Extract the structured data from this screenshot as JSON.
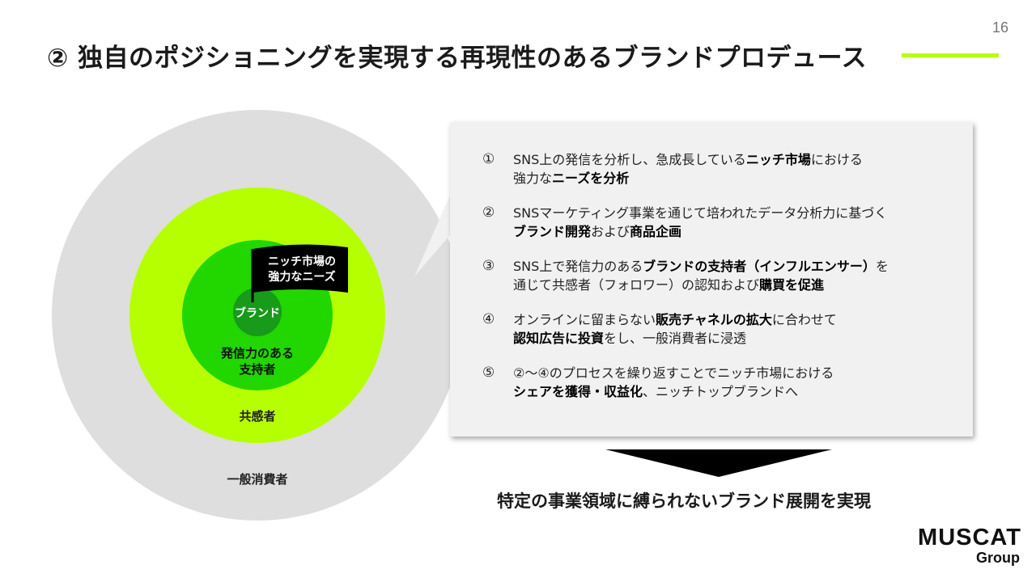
{
  "page_number": "16",
  "title": "② 独自のポジショニングを実現する再現性のあるブランドプロデュース",
  "colors": {
    "accent_line": "#b6ff00",
    "outer_circle": "#dedede",
    "empathy_circle": "#b6ff00",
    "supporter_circle": "#22d600",
    "brand_circle": "#189a1a",
    "flag": "#000000",
    "arrow": "#000000",
    "text_box": "#f1f1f1"
  },
  "diagram": {
    "outer_label": "一般消費者",
    "empathy_label": "共感者",
    "supporters_label_line1": "発信力のある",
    "supporters_label_line2": "支持者",
    "brand_label": "ブランド",
    "flag_line1": "ニッチ市場の",
    "flag_line2": "強力なニーズ"
  },
  "steps": [
    {
      "num": "①",
      "line1": "SNS上の発信を分析し、急成長している<b>ニッチ市場</b>における",
      "line2": "強力な<b>ニーズを分析</b>"
    },
    {
      "num": "②",
      "line1": "SNSマーケティング事業を通じて培われたデータ分析力に基づく",
      "line2": "<b>ブランド開発</b>および<b>商品企画</b>"
    },
    {
      "num": "③",
      "line1": "SNS上で発信力のある<b>ブランドの支持者（インフルエンサー）</b>を",
      "line2": "通じて共感者（フォロワー）の認知および<b>購買を促進</b>"
    },
    {
      "num": "④",
      "line1": "オンラインに留まらない<b>販売チャネルの拡大</b>に合わせて",
      "line2": "<b>認知広告に投資</b>をし、一般消費者に浸透"
    },
    {
      "num": "⑤",
      "line1": "②～④のプロセスを繰り返すことでニッチ市場における",
      "line2": "<b>シェアを獲得・収益化</b>、ニッチトップブランドへ"
    }
  ],
  "result": "特定の事業領域に縛られないブランド展開を実現",
  "logo": {
    "main": "MUSCAT",
    "sub": "Group"
  }
}
